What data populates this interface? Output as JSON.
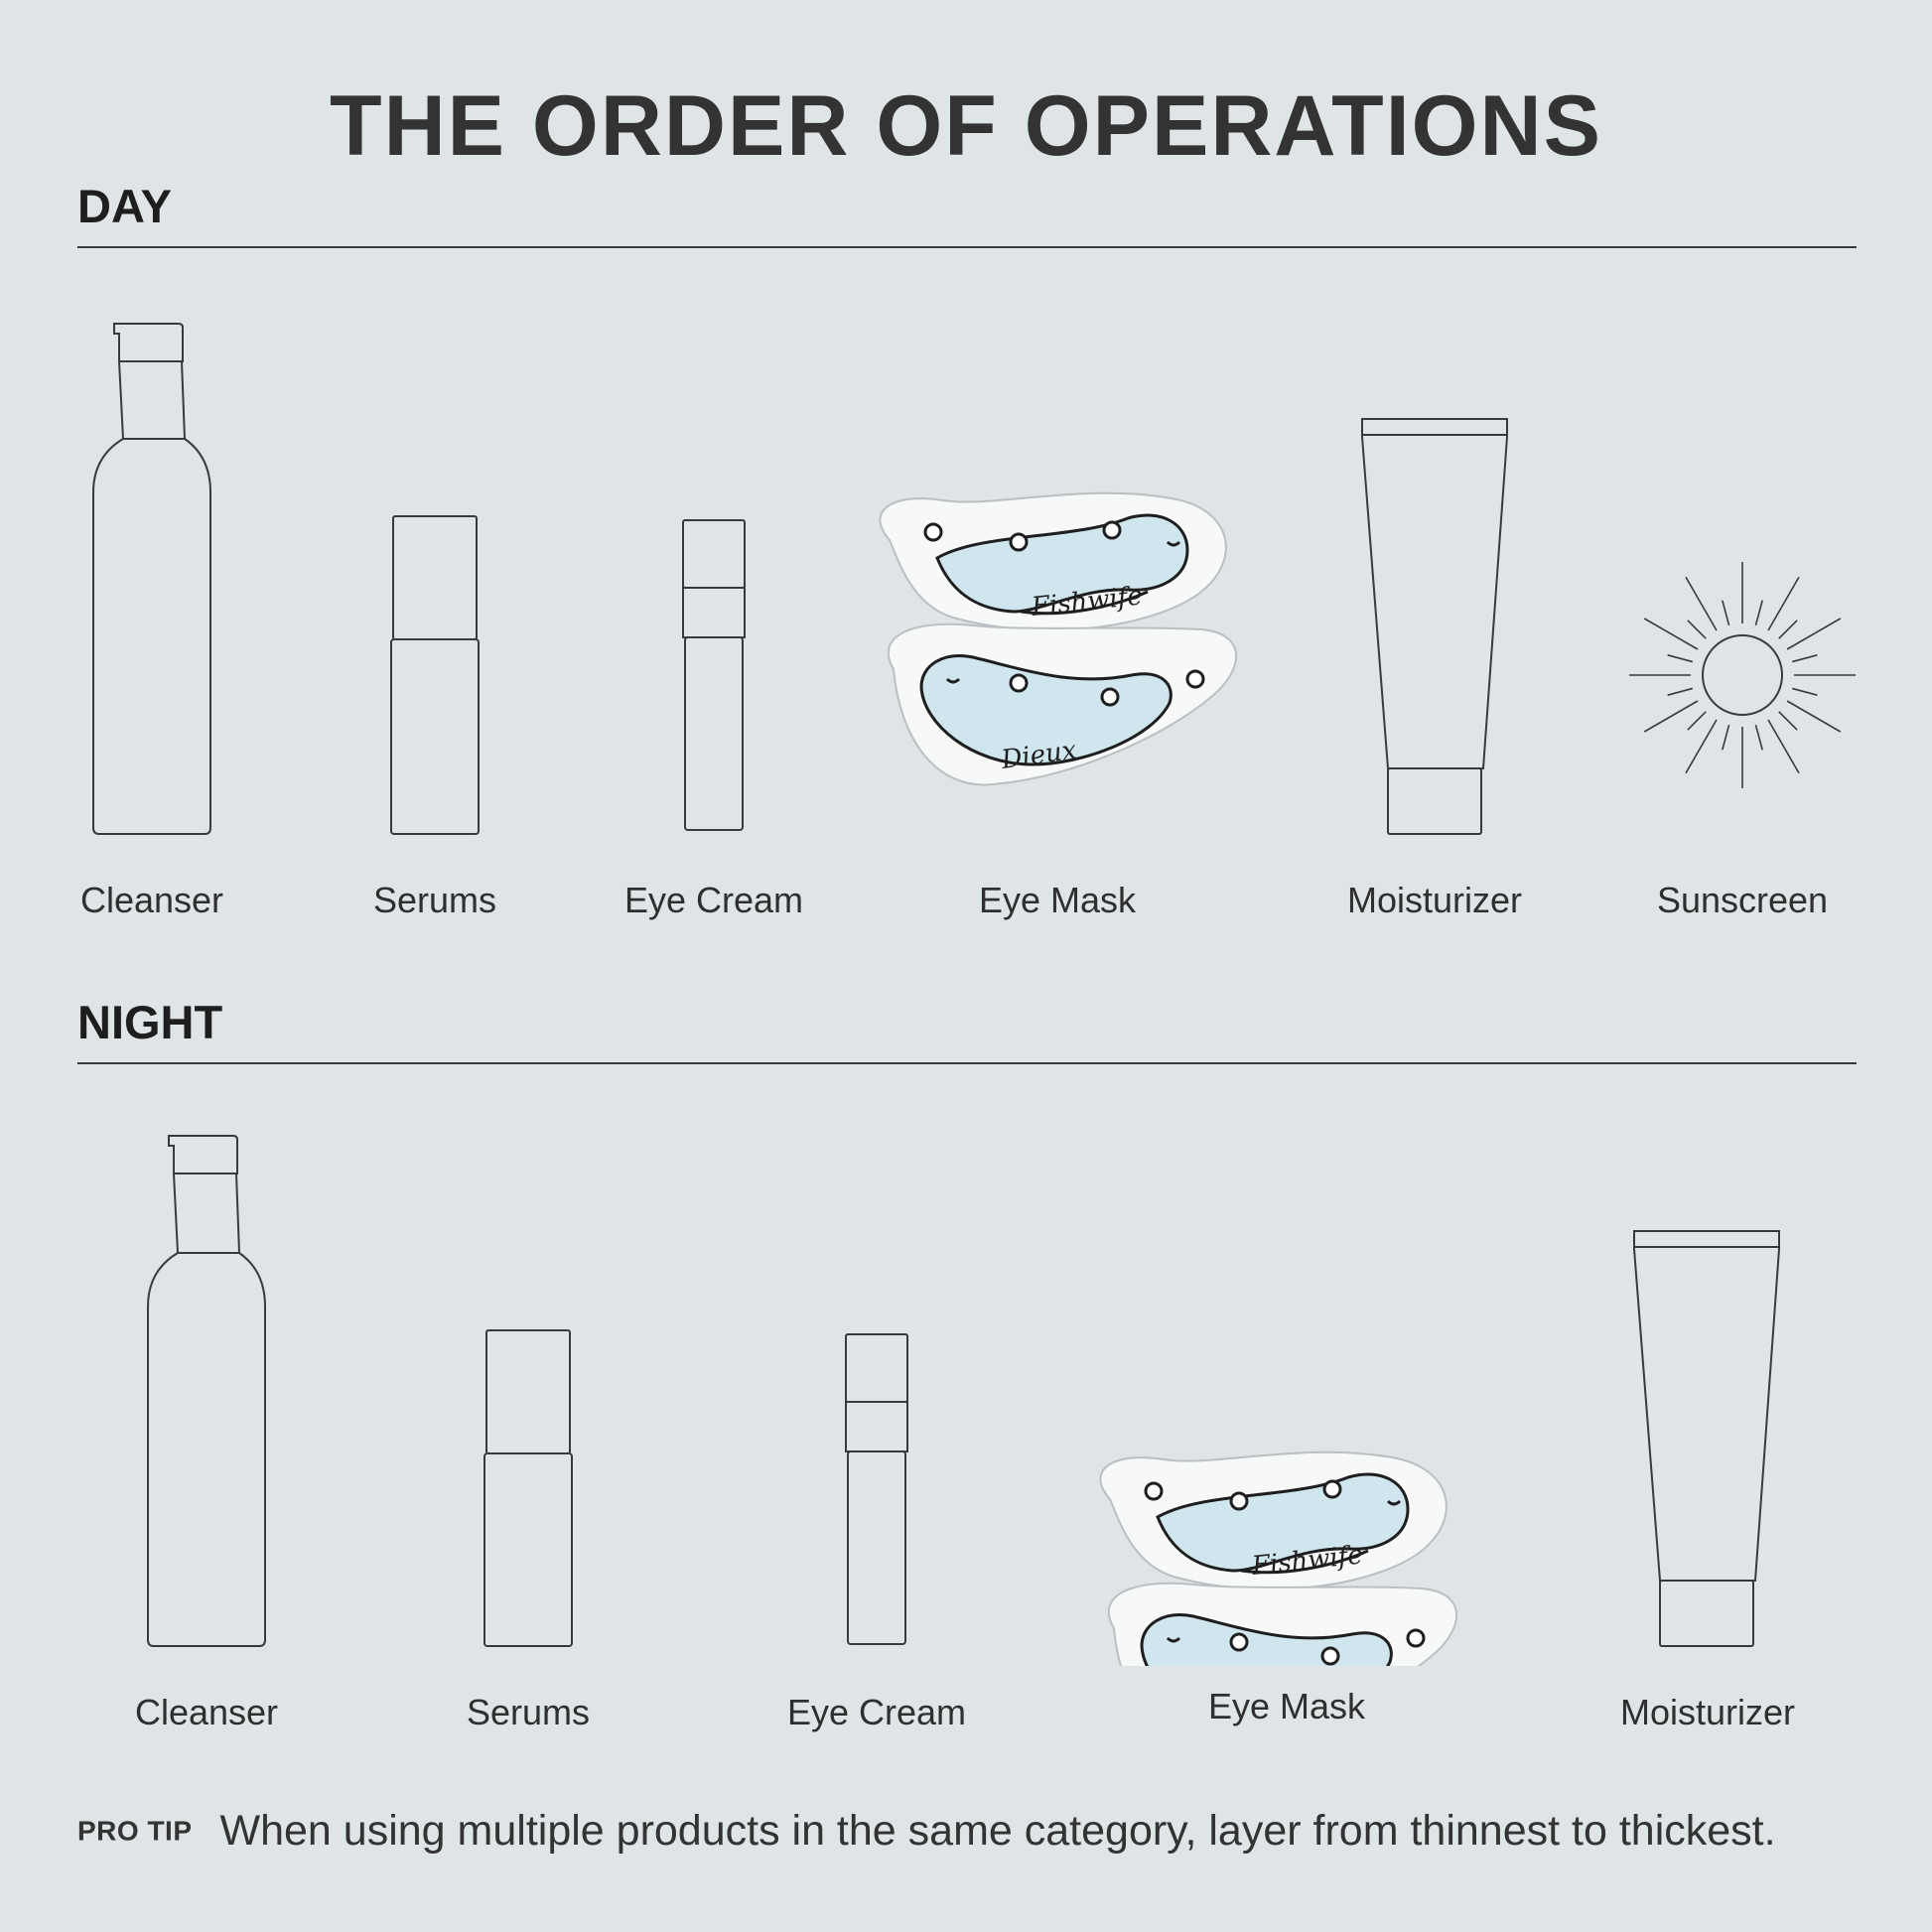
{
  "title": "THE ORDER OF OPERATIONS",
  "day": {
    "label": "DAY",
    "steps": [
      "Cleanser",
      "Serums",
      "Eye Cream",
      "Eye Mask",
      "Moisturizer",
      "Sunscreen"
    ]
  },
  "night": {
    "label": "NIGHT",
    "steps": [
      "Cleanser",
      "Serums",
      "Eye Cream",
      "Eye Mask",
      "Moisturizer"
    ]
  },
  "eye_mask_text": {
    "top": "Fishwife",
    "bottom": "Dieux"
  },
  "pro_tip": {
    "label": "PRO TIP",
    "text": "When using multiple products in the same category, layer from thinnest to thickest."
  },
  "colors": {
    "background": "#dfe4e6",
    "line": "#3a3a3a",
    "fish": "#cfe6ee"
  }
}
